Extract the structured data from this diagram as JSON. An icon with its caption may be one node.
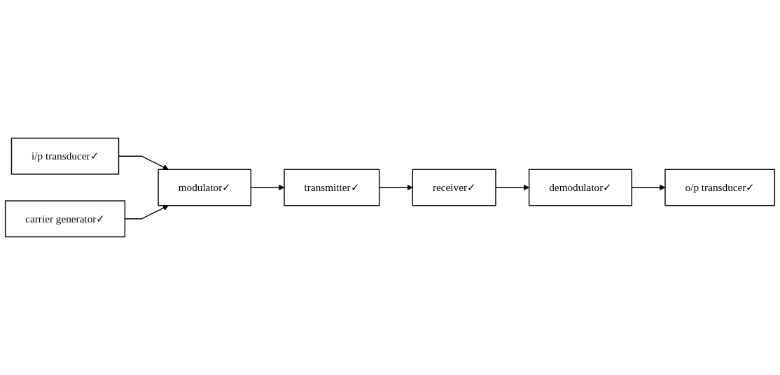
{
  "diagram": {
    "nodes": [
      {
        "text": [
          "i/p transducer✓"
        ]
      },
      {
        "text": [
          "modulator✓"
        ]
      },
      {
        "text": [
          "transmitter✓"
        ]
      },
      {
        "text": [
          "carrier generator✓"
        ]
      },
      {
        "text": [
          "receiver✓"
        ]
      },
      {
        "text": [
          "demodulator✓"
        ]
      },
      {
        "text": [
          "o/p transducer✓"
        ]
      }
    ],
    "edges": [
      {
        "from": 0,
        "to": 1,
        "arrow": "to"
      },
      {
        "from": 3,
        "to": 1,
        "arrow": "to"
      },
      {
        "from": 1,
        "to": 2,
        "arrow": "to"
      },
      {
        "from": 2,
        "to": 4,
        "arrow": "to"
      },
      {
        "from": 4,
        "to": 5,
        "arrow": "to"
      },
      {
        "from": 5,
        "to": 6,
        "arrow": "to"
      }
    ]
  }
}
